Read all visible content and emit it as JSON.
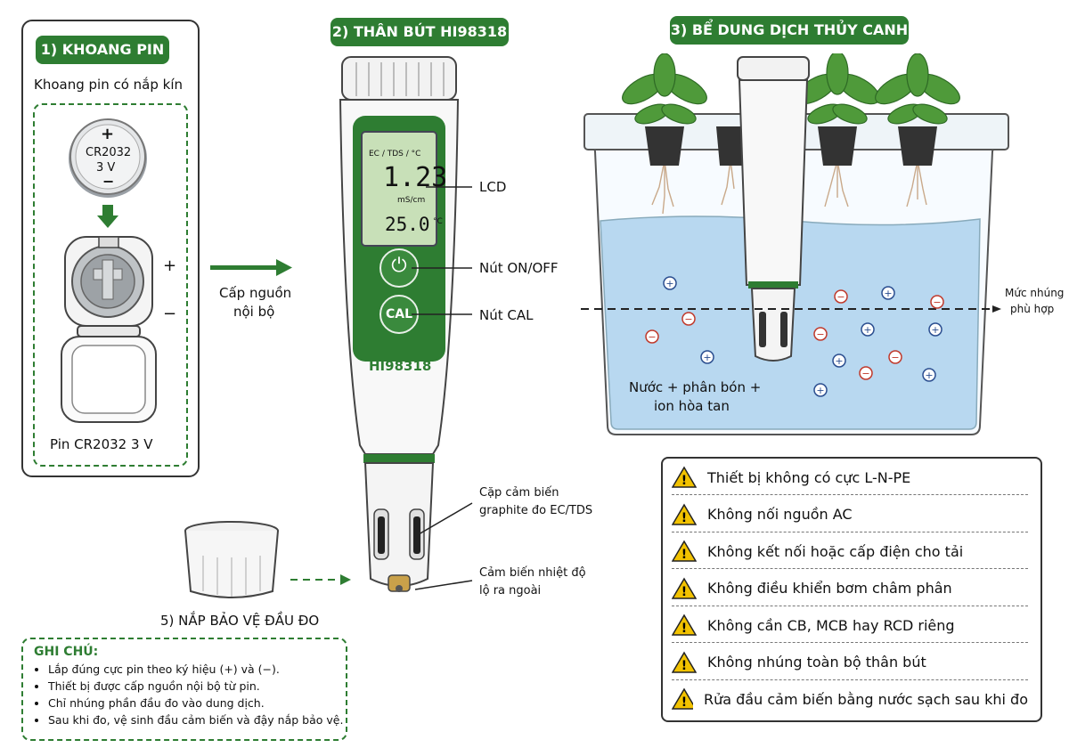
{
  "section1": {
    "title": "1) KHOANG PIN",
    "subtitle": "Khoang pin có nắp kín",
    "battery_sign_plus": "+",
    "battery_model": "CR2032",
    "battery_voltage": "3 V",
    "battery_sign_minus": "−",
    "terminal_plus": "+",
    "terminal_minus": "−",
    "caption": "Pin CR2032 3 V"
  },
  "power_arrow": {
    "label_line1": "Cấp nguồn",
    "label_line2": "nội bộ"
  },
  "section2": {
    "title": "2) THÂN BÚT HI98318",
    "lcd_header": "EC / TDS / °C",
    "lcd_value": "1.23",
    "lcd_unit": "mS/cm",
    "lcd_temp": "25.0",
    "lcd_temp_unit": "°C",
    "power_button_label": "⏻",
    "cal_button_label": "CAL",
    "model": "HI98318",
    "callout_lcd": "LCD",
    "callout_onoff": "Nút ON/OFF",
    "callout_cal": "Nút CAL",
    "callout_sensor_line1": "Cặp cảm biến",
    "callout_sensor_line2": "graphite đo EC/TDS",
    "callout_temp_line1": "Cảm biến nhiệt độ",
    "callout_temp_line2": "lộ ra ngoài"
  },
  "section3": {
    "title": "3) BỂ DUNG DỊCH THỦY CANH",
    "level_line1": "Mức nhúng",
    "level_line2": "phù hợp",
    "solution_line1": "Nước + phân bón +",
    "solution_line2": "ion hòa tan",
    "ion_plus": "+",
    "ion_minus": "−"
  },
  "cap": {
    "label": "5) NẮP BẢO VỆ ĐẦU ĐO"
  },
  "notes": {
    "title": "GHI CHÚ:",
    "items": [
      "Lắp đúng cực pin theo ký hiệu (+) và (−).",
      "Thiết bị được cấp nguồn nội bộ từ pin.",
      "Chỉ nhúng phần đầu đo vào dung dịch.",
      "Sau khi đo, vệ sinh đầu cảm biến và đậy nắp bảo vệ."
    ]
  },
  "warnings": {
    "icon_symbol": "!",
    "items": [
      "Thiết bị không có cực L-N-PE",
      "Không nối nguồn AC",
      "Không kết nối hoặc cấp điện cho tải",
      "Không điều khiển bơm châm phân",
      "Không cần CB, MCB hay RCD riêng",
      "Không nhúng toàn bộ thân bút",
      "Rửa đầu cảm biến bằng nước sạch sau khi đo"
    ]
  },
  "colors": {
    "accent": "#2e7d32",
    "lcd": "#c8e0b8",
    "water": "#b8d8f0",
    "warn": "#f2c200"
  }
}
